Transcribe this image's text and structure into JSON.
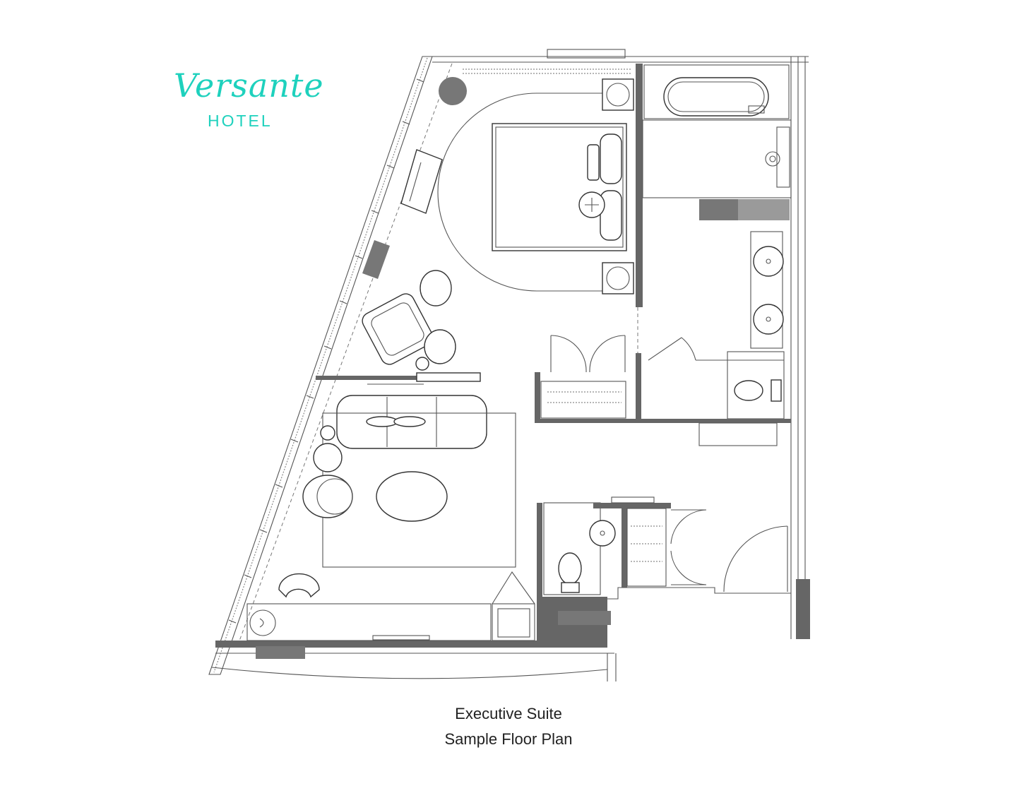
{
  "brand": {
    "name": "Versante",
    "sub": "HOTEL",
    "color": "#1ed1bd"
  },
  "caption": {
    "line1": "Executive Suite",
    "line2": "Sample Floor Plan"
  }
}
